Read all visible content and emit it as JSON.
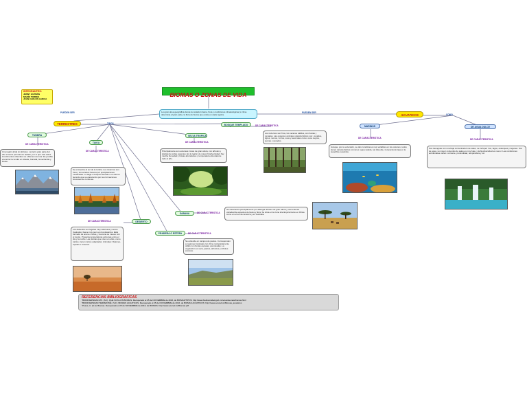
{
  "title": "BIOMAS O ZONAS DE VIDA",
  "team": {
    "heading": "INTEGRANTES:",
    "members": [
      "JENNY GUZMÁN",
      "MARÍO TORRES",
      "JUAN CARLOS GARCIA"
    ]
  },
  "center_text": "Los gran área geográfica donde la variación fauna, flora y condiciones climatológicas (x clima determina al gran parte, la flora de bioma que existe en cada región).",
  "edge_labels": {
    "left": "PUEDEN SER",
    "right": "PUEDEN SER",
    "como": "COMO"
  },
  "categories": {
    "terrestres": "TERRESTRES",
    "acuaticos": "ACUATICOS",
    "tipos": "TIPOS"
  },
  "de_caracteristica": "DE CARACTERISTICA",
  "biomes": {
    "tundra": {
      "name": "TUNDRA",
      "text": "Una región árida sin árboles. La tierra gran parte del año el suelo permanece helado, por lo que casi todos los alimentos obtenidos se obtienen del mar. Es posible encontrar la tundra en Alaska, Canadá, Groenlandia y Rusia."
    },
    "taiga": {
      "name": "TAIGA",
      "text": "Se encuentra al sur de la tundra. Los inviernos son fríos y los veranos frescos por precipitaciones moderadas. La taiga o bosques boreal es un bioma fecundo que se caracteriza por sus formaciones boscosas de coníferas."
    },
    "desierto": {
      "name": "DESIERTO",
      "text": "Los desiertos son lugares muy calurosos y secos. Cada año, llueve muy poco en los desiertos. Está formado de arena o rocas, y la arena se mueve con el viento. Presenta temperaturas extremas entre el día y la noche. Las plantas que viven en ellos, como cactus, tienen raíces adaptadas. Animales: Ratones, reptiles e insectos."
    },
    "selva": {
      "name": "SELVA TROPICAL",
      "text": "Principalmente son extensas zonas de gran altura, con árboles y plantas de todas especies. Es la región de mayor biodiversidad, hay mucha humedad y lluvias abundantes y temperatura alta durante todo el año."
    },
    "bosque": {
      "name": "BOSQUE TEMPLADO",
      "text": "Los inviernos son fríos, los veranos cálidos, con lluvias y nevadas. Las especies animales característicos son: venados, tigres, monos, zorros, osos y aves tales como: osos negros, pumas y venados."
    },
    "sabana": {
      "name": "SABANA",
      "text": "Se caracteriza principalmente por albergar árboles de gran altura y una extensa variedad de especies de fauna y flora. Se sitúa en la zona intertropical tanto en África como en el sur de América y en Australia."
    },
    "pradera": {
      "name": "PRADERA O ESTEPA",
      "text": "Se extiende en campos de pastos. Corresponden a regiones tropicales con clima moderadamente cálido con lluvias escasas, acentuadas. La vegetación es seca, pastos, arbustos y árboles escasos."
    },
    "marinos": {
      "name": "MARINOS",
      "text": "Aunque, por su extensión, se dan condiciones muy variables en los océanos, todos tienen características comunes: agua salada, sal disuelta y temperatura baja en la superficie oceánica."
    },
    "agua_dulce": {
      "name": "DE AGUA DULCE",
      "text": "Son las aguas con una baja concentración de sales, se incluyen ríos, lagos, estanques y lagunas. Son de agua, su mayor contenido de sales es muy baja, y la biodiversidad es menor. Las condiciones ambientales varían: corriente, profundidad, temperatura y luz."
    }
  },
  "references": {
    "heading": "REFERENCIAS BIBLIOGRAFICAS",
    "items": [
      "\"BIODIVERSIDAD MX. (S.F). QUÉ SON LOS BIOMAS. Recuperado el 25 de NOVIEMBRE de 2016, de BIOMAS/TIPOS: http://www.biodiversidad.gob.mx/ecosistemas/biomas.html",
      "\"BIODIVERSIDAD TERRESTRE. (S.F). BIOMAS ACUATICOS. Recuperado el 25 de NOVIEMBRE de 2016, de BIOMAS ACUATICOS: http://www.ecured.cu/Biomas_acuaticos",
      "\"Posos, C. (S.F). Biomas. Recuperado el 25 de NOVIEMBRE de 2016, de BIOMAS: http://www.ecured.cu/Biomas.pdf"
    ]
  },
  "colors": {
    "title_bg": "#1fbf2c",
    "title_text": "#cc1111",
    "center_bg": "#c9f5ff",
    "category_bg": "#ffe600",
    "team_bg": "#ffff66",
    "biome_bg": "#e2fbe0",
    "marine_bg": "#cfe3ff",
    "label_purple": "#7a1ea1",
    "ref_bg": "#d9d9d9",
    "ref_heading": "#cc1111"
  }
}
